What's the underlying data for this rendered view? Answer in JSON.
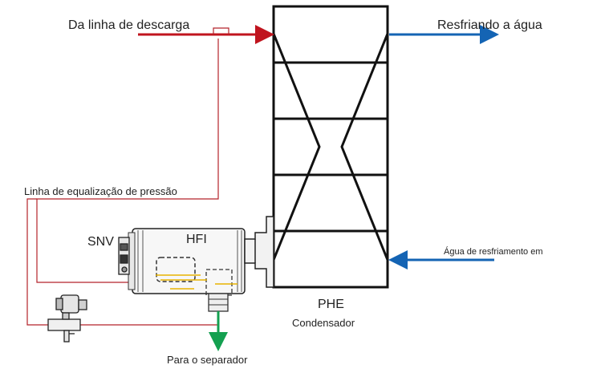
{
  "labels": {
    "discharge_line": "Da linha de descarga",
    "cooling_water_out": "Resfriando a água",
    "equalization_line": "Linha de equalização de pressão",
    "snv": "SNV",
    "hfi": "HFI",
    "cooling_water_in": "Água de resfriamento em",
    "phe": "PHE",
    "condenser": "Condensador",
    "to_separator": "Para o separador"
  },
  "colors": {
    "hot_line": "#c0141e",
    "cooling_water": "#1464b4",
    "separator_flow": "#14a050",
    "equalization_line": "#b4232a",
    "frame": "#111111",
    "oil_level": "#e8b400"
  }
}
